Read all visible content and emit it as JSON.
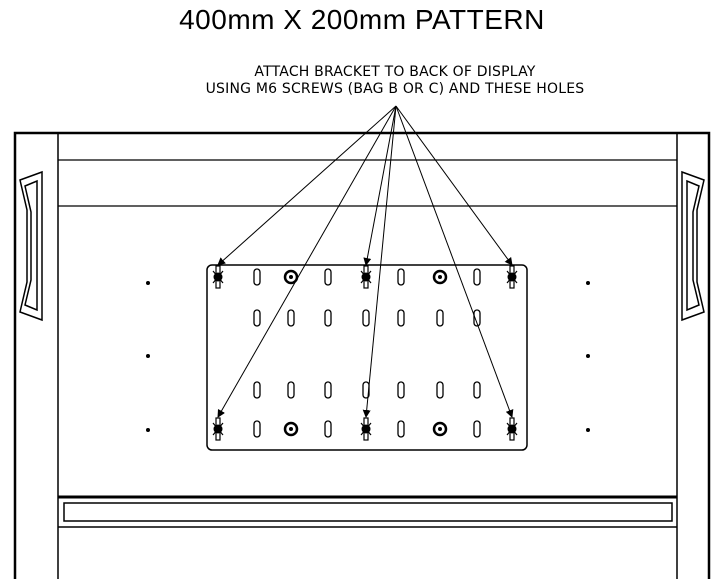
{
  "title": "400mm X 200mm PATTERN",
  "instruction": {
    "line1": "ATTACH BRACKET TO BACK OF DISPLAY",
    "line2": "USING M6 SCREWS (BAG B OR C)  AND THESE HOLES"
  },
  "colors": {
    "line": "#000000",
    "background": "#ffffff"
  }
}
